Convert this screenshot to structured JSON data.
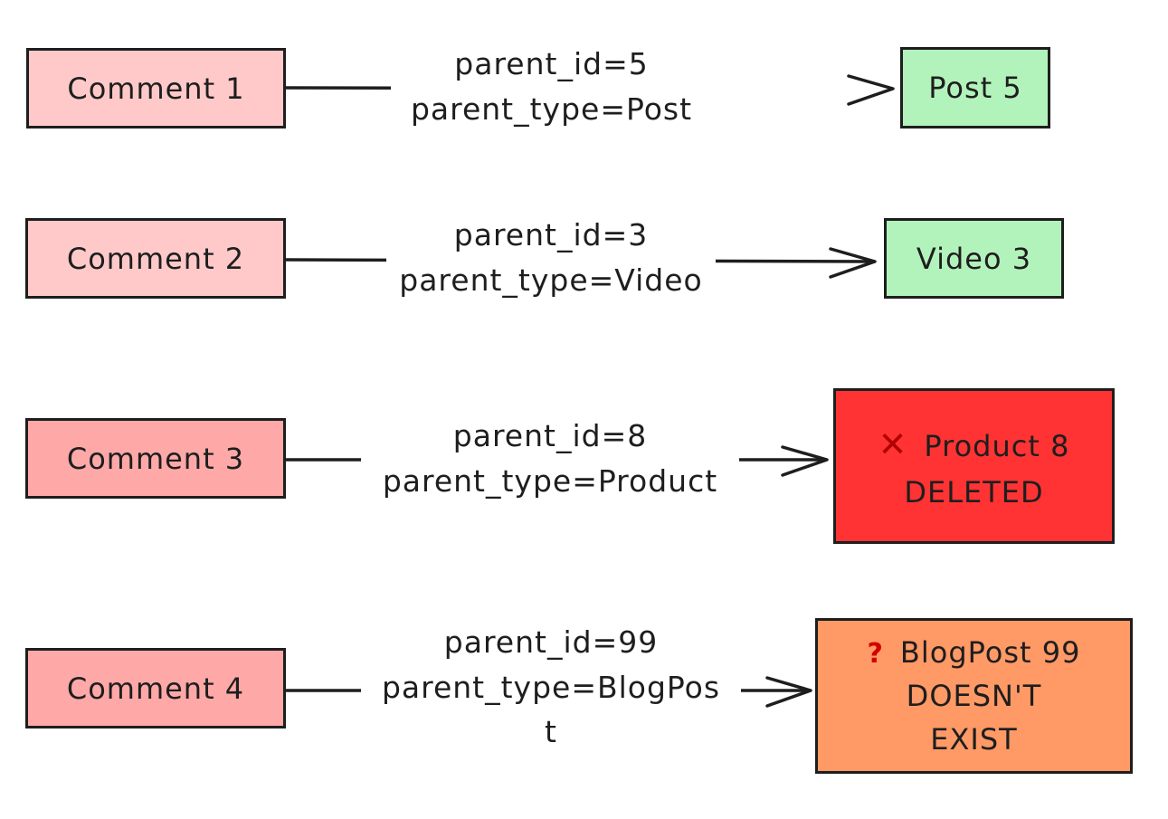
{
  "colors": {
    "source": "#ffc9c9",
    "source_dark": "#ffa8a8",
    "target_ok": "#b2f2bb",
    "target_deleted": "#ff3333",
    "target_missing": "#ff9966",
    "stroke": "#1e1e1e"
  },
  "rows": [
    {
      "source": "Comment 1",
      "label_line1": "parent_id=5",
      "label_line2": "parent_type=Post",
      "target_line1": "Post 5"
    },
    {
      "source": "Comment 2",
      "label_line1": "parent_id=3",
      "label_line2": "parent_type=Video",
      "target_line1": "Video 3"
    },
    {
      "source": "Comment 3",
      "label_line1": "parent_id=8",
      "label_line2": "parent_type=Product",
      "target_icon": "cross-mark-icon",
      "target_mark": "✕",
      "target_line1": "Product 8",
      "target_line2": "DELETED"
    },
    {
      "source": "Comment 4",
      "label_line1": "parent_id=99",
      "label_line2": "parent_type=BlogPos",
      "label_line3": "t",
      "target_icon": "question-mark-icon",
      "target_mark": "?",
      "target_line1": "BlogPost 99",
      "target_line2": "DOESN'T",
      "target_line3": "EXIST"
    }
  ]
}
